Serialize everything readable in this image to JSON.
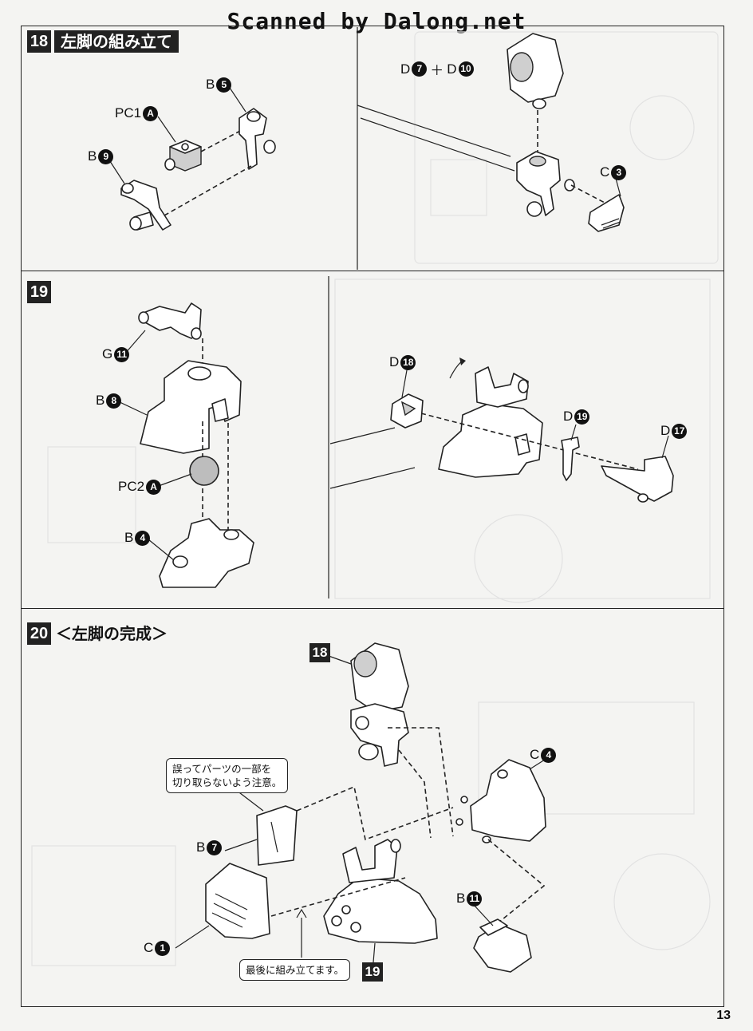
{
  "watermark": "Scanned by Dalong.net",
  "page_number": "13",
  "steps": [
    {
      "number": "18",
      "title": "左脚の組み立て",
      "labels": [
        {
          "prefix": "PC1",
          "badge": "A"
        },
        {
          "prefix": "B",
          "badge": "5"
        },
        {
          "prefix": "B",
          "badge": "9"
        },
        {
          "prefix": "D",
          "badge": "7",
          "join": "＋",
          "prefix2": "D",
          "badge2": "10"
        },
        {
          "prefix": "C",
          "badge": "3"
        }
      ]
    },
    {
      "number": "19",
      "title": "",
      "labels": [
        {
          "prefix": "G",
          "badge": "11"
        },
        {
          "prefix": "B",
          "badge": "8"
        },
        {
          "prefix": "PC2",
          "badge": "A"
        },
        {
          "prefix": "B",
          "badge": "4"
        },
        {
          "prefix": "D",
          "badge": "18"
        },
        {
          "prefix": "D",
          "badge": "19"
        },
        {
          "prefix": "D",
          "badge": "17"
        }
      ]
    },
    {
      "number": "20",
      "title": "＜左脚の完成＞",
      "ref_18": "18",
      "ref_19": "19",
      "note_top": "誤ってパーツの一部を\n切り取らないよう注意。",
      "note_top_l1": "誤ってパーツの一部を",
      "note_top_l2": "切り取らないよう注意。",
      "note_bottom": "最後に組み立てます。",
      "labels": [
        {
          "prefix": "C",
          "badge": "4"
        },
        {
          "prefix": "B",
          "badge": "7"
        },
        {
          "prefix": "B",
          "badge": "11"
        },
        {
          "prefix": "C",
          "badge": "1"
        }
      ]
    }
  ]
}
